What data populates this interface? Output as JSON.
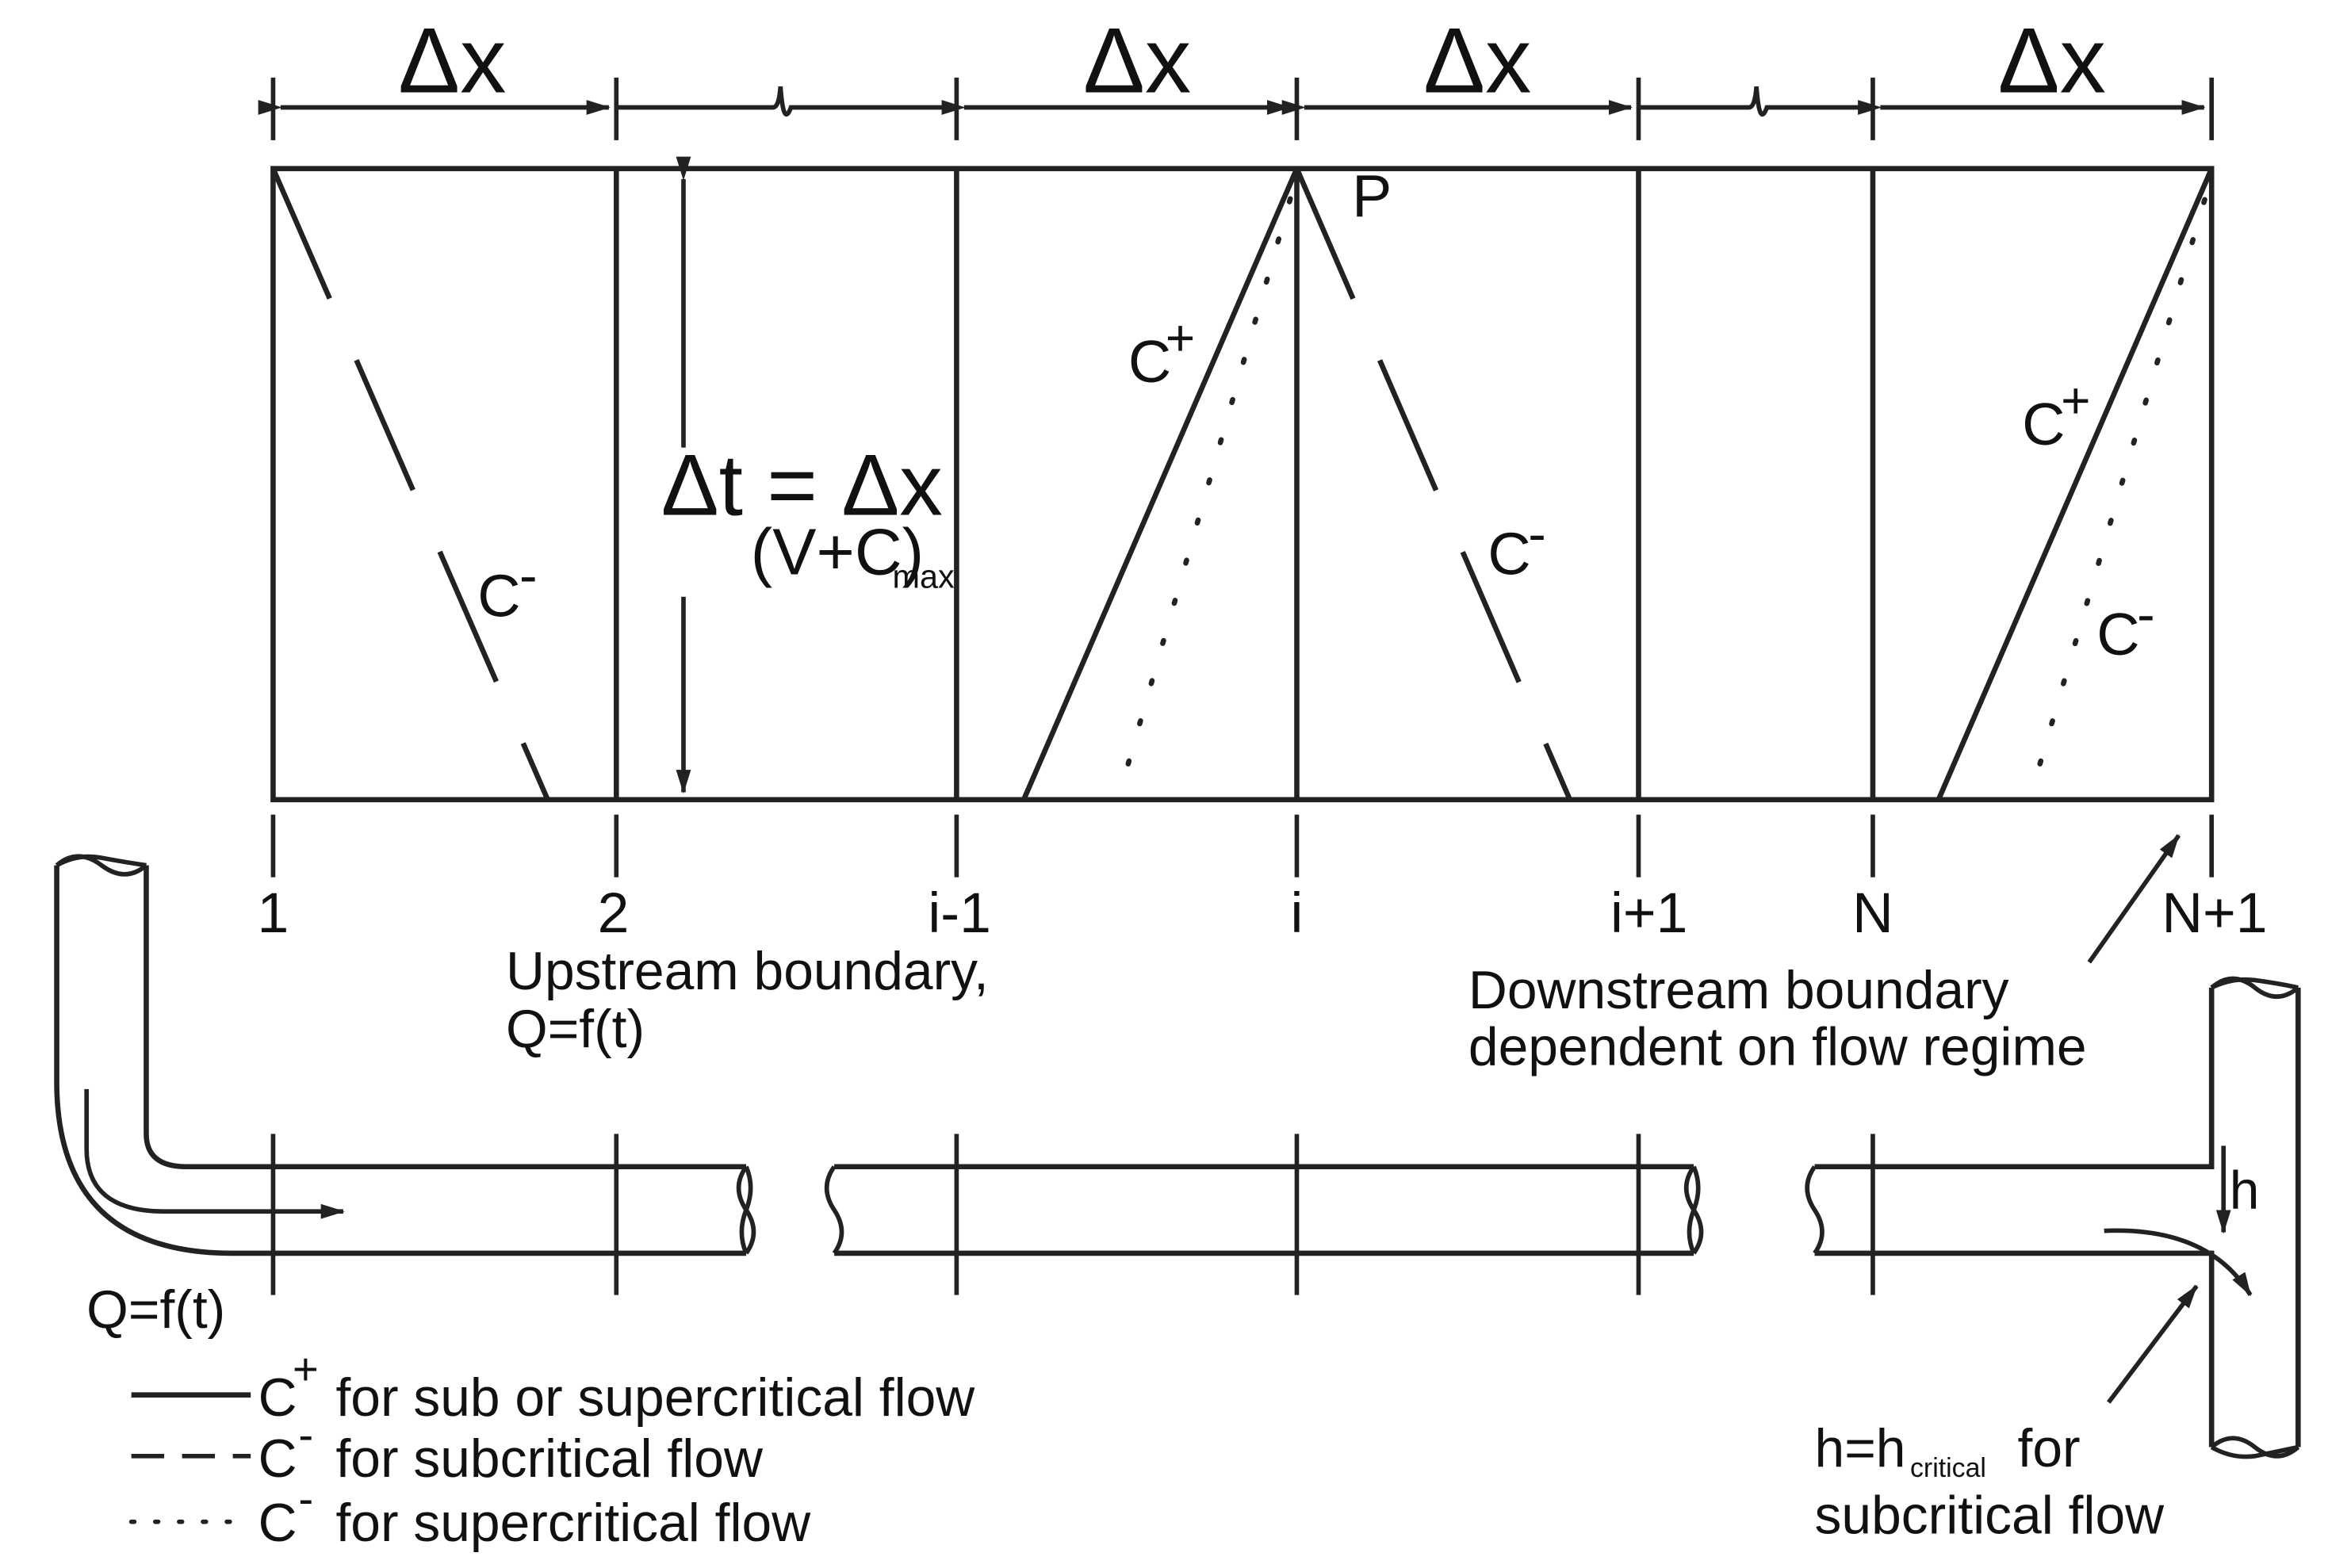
{
  "dimension_label": "Δx",
  "point_label": "P",
  "timestep": {
    "lhs": "Δt = Δx",
    "denominator": "(V+C)",
    "denominator_subscript": "max"
  },
  "curve_labels": {
    "c_plus": "C",
    "c_plus_sup": "+",
    "c_minus": "C",
    "c_minus_sup": "-"
  },
  "nodes": [
    "1",
    "2",
    "i-1",
    "i",
    "i+1",
    "N",
    "N+1"
  ],
  "upstream": {
    "line1": "Upstream boundary,",
    "line2": "Q=f(t)"
  },
  "downstream": {
    "line1": "Downstream boundary",
    "line2": "dependent on flow regime"
  },
  "inflow_label": "Q=f(t)",
  "drop_label": "h",
  "critical": {
    "h": "h=h",
    "sub": "critical",
    "for": "for",
    "line2": "subcritical flow"
  },
  "legend": [
    {
      "symbol": "C",
      "sup": "+",
      "text": "for sub or supercritical flow",
      "style": "solid"
    },
    {
      "symbol": "C",
      "sup": "-",
      "text": "for subcritical flow",
      "style": "dashed"
    },
    {
      "symbol": "C",
      "sup": "-",
      "text": "for supercritical flow",
      "style": "dotted"
    }
  ]
}
